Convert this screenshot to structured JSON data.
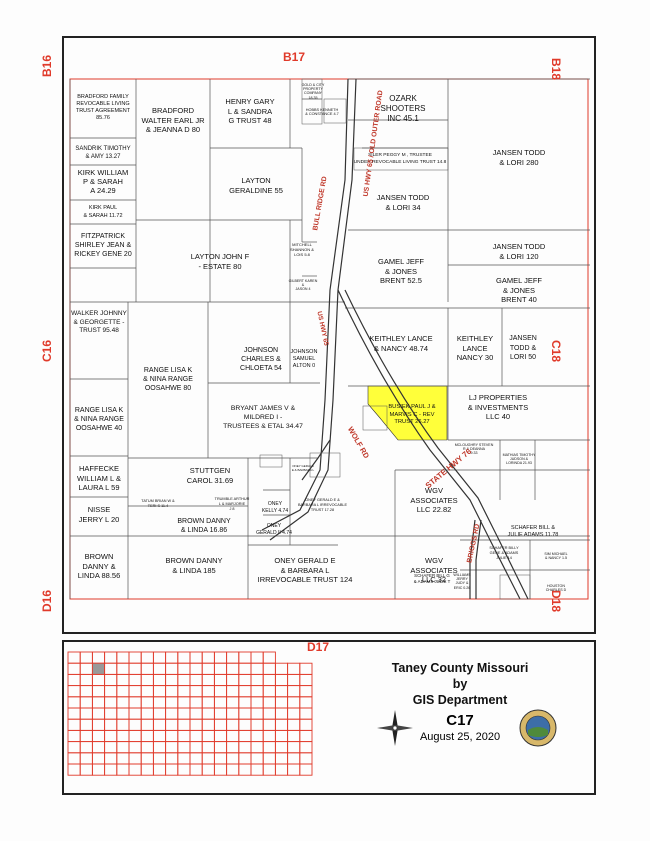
{
  "map": {
    "neighbors": {
      "top": "B17",
      "top_left": "B16",
      "top_right": "B18",
      "left": "C16",
      "right": "C18",
      "bottom": "D17",
      "bottom_left": "D16",
      "bottom_right": "D18"
    },
    "highlight_color": "#ffff3a",
    "line_color": "#e03a2a",
    "parcels": {
      "bradford_family": "BRADFORD FAMILY\nREVOCABLE LIVING\nTRUST AGREEMENT 85.76",
      "sandrik": "SANDRIK TIMOTHY\n& AMY 13.27",
      "kirk_william": "KIRK WILLIAM\nP & SARAH\nA 24.29",
      "kirk_paul": "KIRK PAUL\n& SARAH 11.72",
      "fitzpatrick": "FITZPATRICK\nSHIRLEY JEAN &\nRICKEY GENE 20",
      "walker": "WALKER JOHNNY\n& GEORGETTE -\nTRUST 95.48",
      "range_west": "RANGE LISA K\n& NINA RANGE\nOOSAHWE 40",
      "haffecke": "HAFFECKE\nWILLIAM L &\nLAURA L 59",
      "nisse": "NISSE\nJERRY L 20",
      "brown_sw": "BROWN\nDANNY &\nLINDA 88.56",
      "bradford_walter": "BRADFORD\nWALTER EARL JR\n& JEANNA D 80",
      "henry": "HENRY GARY\nL & SANDRA\nG TRUST 48",
      "layton_ger": "LAYTON\nGERALDINE 55",
      "layton_john": "LAYTON JOHN F\n- ESTATE 80",
      "range_mid": "RANGE LISA K\n& NINA RANGE\nOOSAHWE 80",
      "johnson_charles": "JOHNSON\nCHARLES &\nCHLOETA 54",
      "johnson_samuel": "JOHNSON\nSAMUEL\nALTON 0",
      "bryant": "BRYANT JAMES V &\nMILDRED I -\nTRUSTEES & ETAL 34.47",
      "stuttgen": "STUTTGEN\nCAROL 31.69",
      "brown_1686": "BROWN DANNY\n& LINDA 16.86",
      "brown_185": "BROWN DANNY\n& LINDA 185",
      "oney_kelly": "ONEY\nKELLY 4.74",
      "oney_gerald_ii": "ONEY\nGERALD II 4.74",
      "oney_trust": "ONEY GERALD E\n& BARBARA L\nIRREVOCABLE TRUST 124",
      "tatum": "TATUM BRIAN W &\nTERI S 11.4",
      "trumble": "TRUMBLE ARTHUR\nL & MARJORIE\nJ 8",
      "oney_barbara_small": "ONEY GERALD E &\nBARBARA L IRREVOCABLE\nTRUST 17.28",
      "oney_barbara_tiny": "ONEY GERALD\nE & BARBARA L",
      "ozark": "OZARK\nSHOOTERS\nINC 45.1",
      "siler": "SILER PEGGY M , TRUSTEE\nUNDER REVOCABLE LIVING TRUST 14.8",
      "jansen_34": "JANSEN TODD\n& LORI 34",
      "jansen_280": "JANSEN TODD\n& LORI 280",
      "jansen_120": "JANSEN TODD\n& LORI 120",
      "gamel_525": "GAMEL JEFF\n& JONES\nBRENT 52.5",
      "gamel_40": "GAMEL JEFF\n& JONES\nBRENT 40",
      "keithley_4874": "KEITHLEY LANCE\n& NANCY 48.74",
      "keithley_30": "KEITHLEY\nLANCE\nNANCY 30",
      "jansen_50": "JANSEN\nTODD &\nLORI 50",
      "busiek": "BUSIEK PAUL J &\nMARVIS C - REV\nTRUST 26.27",
      "lj_properties": "LJ PROPERTIES\n& INVESTMENTS\nLLC 40",
      "wgv_2282": "WGV\nASSOCIATES\nLLC 22.82",
      "wgv_32": "WGV\nASSOCIATES\nLLC 32",
      "schafer_1178": "SCHAFER BILL &\nJULIE ADAMS 11.78",
      "schafer_billy": "SCHAFER BILLY\nGENE & ADAMS\nJULIE 14",
      "schafer_julie_t": "SCHAFER BILL G\n& ADAMS JULIE T",
      "hobbs": "HOBBS KENNETH\n& CONSTANCE 4.7",
      "gold_city": "GOLD & CITY PROPERTY\nCOMPANY\n18.35",
      "mitchell": "MITCHELL\nSHANNON &\nLOIS 5.8",
      "gilbert": "GILBERT KAREN &\nJASON 4",
      "mcloughry": "MCLOUGHRY STEVEN\nR & DEANNA\n9.33",
      "mathias": "MATHIAS TIMOTHY\nJUDSON &\nLORINDA 21.93",
      "williams": "WILLIAMS JERRY\nJUDY &\nERIC 0.26",
      "houston": "HOUSTON\nCHARLES D",
      "schmidt": "SIM MICHAEL\n& NANCY 1.5"
    },
    "roads": {
      "us_65": "US HWY 65",
      "us_65_old": "US HWY 65 / OLD OUTER ROAD",
      "state_hwy": "STATE HWY 76",
      "wolf_rd": "WOLF RD",
      "bull_ridge": "BULL RIDGE RD",
      "briggs": "BRIGGS RD"
    }
  },
  "title_block": {
    "line1": "Taney County Missouri",
    "line2": "by",
    "line3": "GIS Department",
    "code": "C17",
    "date": "August 25, 2020"
  },
  "index_grid": {
    "cols": 20,
    "rows": 11,
    "highlight_col": 2,
    "highlight_row": 1
  }
}
